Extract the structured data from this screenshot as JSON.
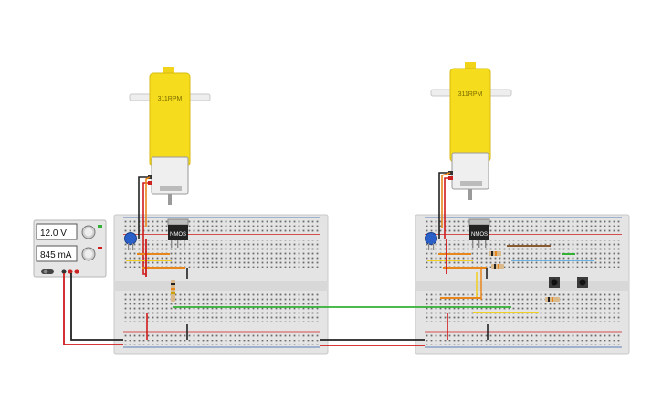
{
  "power_supply": {
    "voltage": "12.0 V",
    "current": "845 mA"
  },
  "motors": [
    {
      "label": "311RPM"
    },
    {
      "label": "311RPM"
    }
  ],
  "transistors": [
    {
      "label": "NMOS"
    },
    {
      "label": "NMOS"
    }
  ],
  "colors": {
    "motor_body": "#f5dc1c",
    "breadboard": "#e2e2e2",
    "rail_red": "#d01c1c",
    "rail_blue": "#2e5ca8",
    "wire_green": "#34b034",
    "wire_black": "#222222",
    "wire_orange": "#e8861c",
    "wire_yellow": "#f0d020",
    "psu_body": "#e6e6e6"
  }
}
